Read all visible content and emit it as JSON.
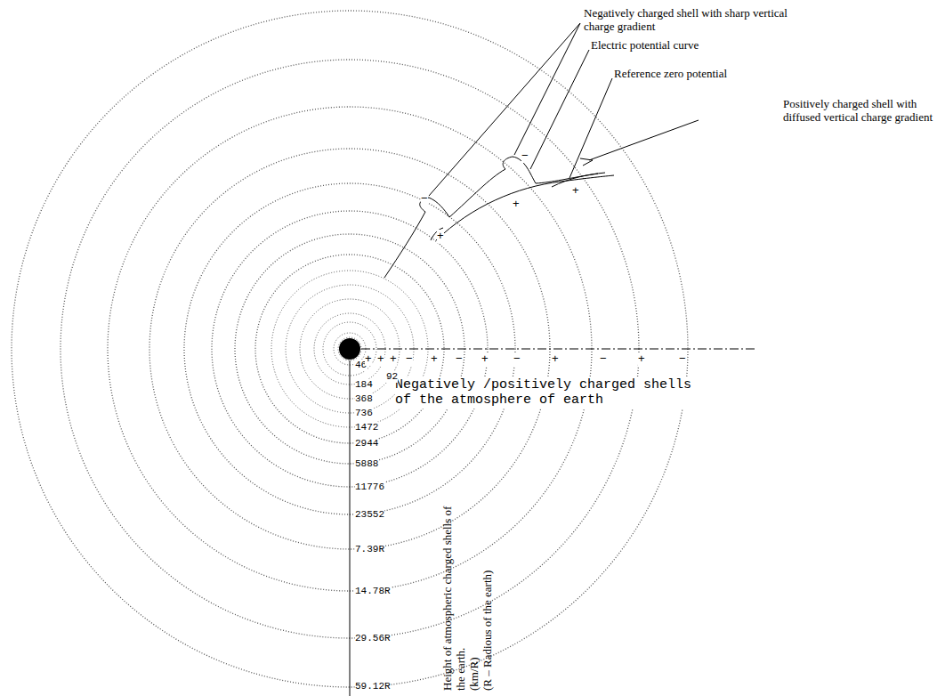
{
  "diagram": {
    "labels": [
      "Negatively charged shell with sharp vertical charge gradient",
      "Electric potential curve",
      "Reference zero potential",
      "Positively charged shell with diffused vertical charge gradient",
      "Negatively /positively charged shells of the atmosphere of earth",
      "46",
      "92",
      "184",
      "368",
      "736",
      "1472",
      "2944",
      "5888",
      "11776",
      "23552",
      "7.39R",
      "14.78R",
      "29.56R",
      "59.12R",
      "Height of atmospheric charged shells of the earth.",
      "(km/R)",
      "(R – Radious of the earth)",
      "+",
      "+",
      "+",
      "−",
      "+",
      "−",
      "+",
      "−",
      "+",
      "−",
      "+",
      "−",
      "−",
      "+",
      "−",
      "+",
      "+"
    ]
  }
}
